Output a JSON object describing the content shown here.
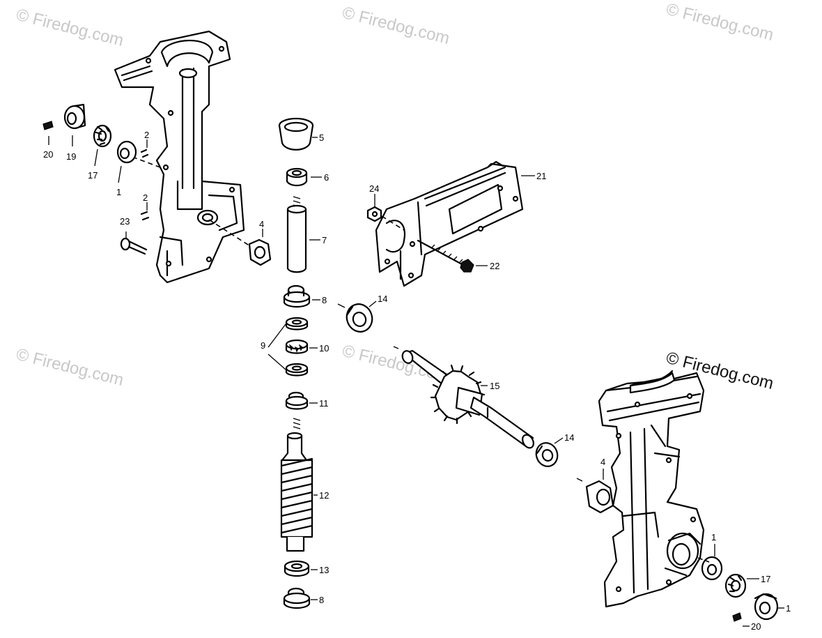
{
  "watermarks": {
    "w1": "© Firedog.com",
    "w2": "© Firedog.com",
    "w3": "© Firedog.com",
    "w4": "© Firedog.com",
    "w5": "© Firedog.com"
  },
  "brand": "© Firedog.com",
  "labels": {
    "p1a": "1",
    "p1b": "1",
    "p1c": "1",
    "p2a": "2",
    "p2b": "2",
    "p4a": "4",
    "p4b": "4",
    "p5": "5",
    "p6": "6",
    "p7": "7",
    "p8a": "8",
    "p8b": "8",
    "p9": "9",
    "p10": "10",
    "p11": "11",
    "p12": "12",
    "p13": "13",
    "p14a": "14",
    "p14b": "14",
    "p15": "15",
    "p17a": "17",
    "p17b": "17",
    "p19": "19",
    "p20a": "20",
    "p20b": "20",
    "p21": "21",
    "p22": "22",
    "p23": "23",
    "p24": "24"
  },
  "colors": {
    "ink": "#000000",
    "watermark": "#c8c8c8",
    "background": "#ffffff"
  }
}
